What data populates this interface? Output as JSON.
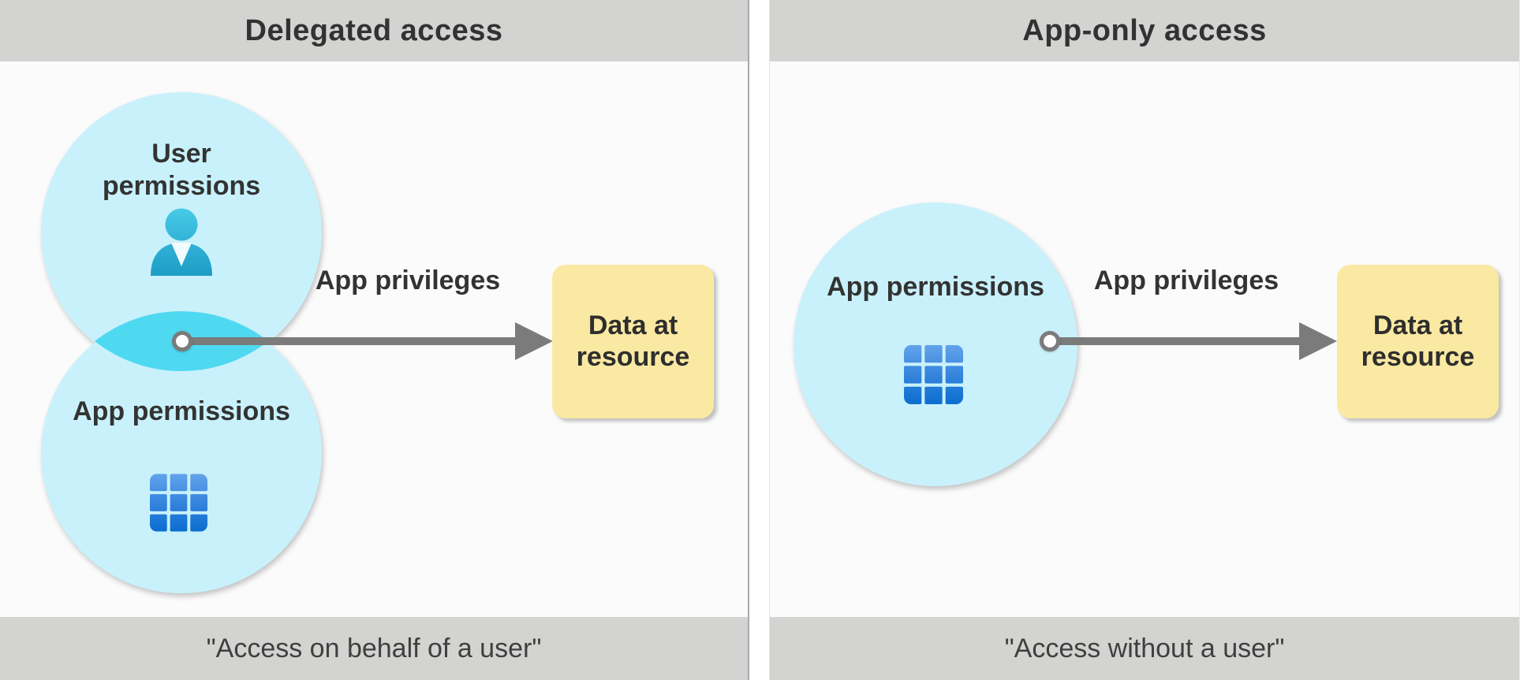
{
  "panels": [
    {
      "id": "delegated-access",
      "title": "Delegated access",
      "caption": "\"Access on behalf of a user\"",
      "circles": [
        {
          "label": "User permissions",
          "icon": "user-person-icon"
        },
        {
          "label": "App permissions",
          "icon": "app-grid-icon"
        }
      ],
      "arrow_label": "App privileges",
      "resource_label": "Data at resource"
    },
    {
      "id": "app-only-access",
      "title": "App-only access",
      "caption": "\"Access without a user\"",
      "circles": [
        {
          "label": "App permissions",
          "icon": "app-grid-icon"
        }
      ],
      "arrow_label": "App privileges",
      "resource_label": "Data at resource"
    }
  ],
  "colors": {
    "bar": "#d3d3d1",
    "panel_bg": "#fbfbfb",
    "title_text": "#323232",
    "caption_text": "#3f3f3f",
    "label_text": "#333333",
    "circle_fill": "#c9f1fb",
    "circle_overlap": "#4ed9f1",
    "arrow": "#7b7b7b",
    "resource_box": "#fae9a2",
    "resource_text": "#2e2e2e",
    "person_icon_top": "#48cae8",
    "person_icon_bottom": "#1d9cc6",
    "grid_icon_top": "#63a3eb",
    "grid_icon_mid": "#3584dd",
    "grid_icon_bottom": "#0b6ed0"
  }
}
